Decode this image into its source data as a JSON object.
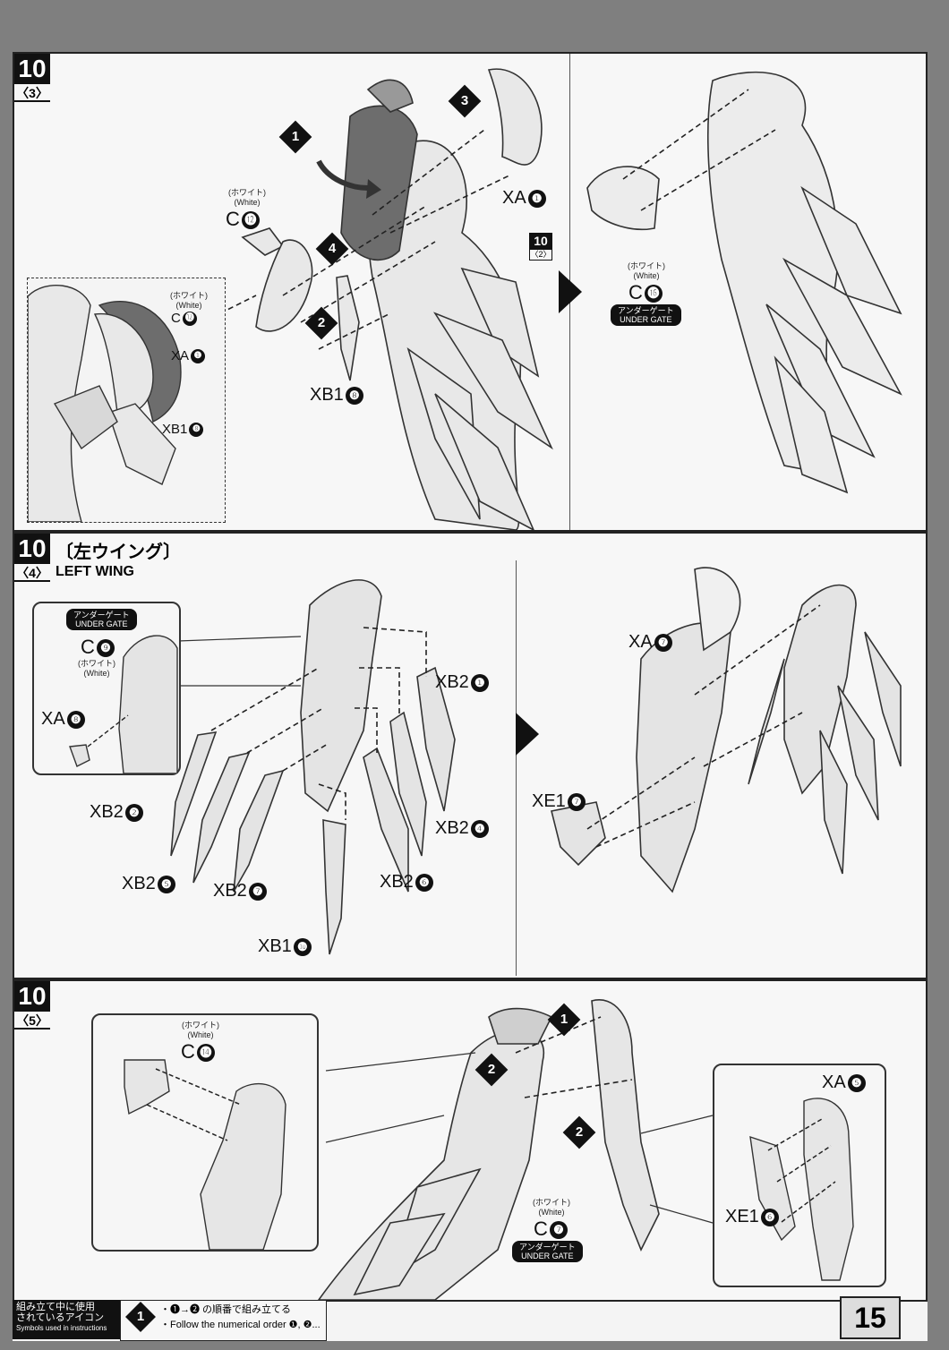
{
  "panel1": {
    "step": "10",
    "sub": "〈3〉",
    "left": {
      "c12_jp": "(ホワイト)",
      "c12_en": "(White)",
      "c12_label": "C",
      "c12_num": "⓬",
      "xa1_label": "XA",
      "xa1_num": "❶",
      "xb18_label": "XB1",
      "xb18_num": "❽",
      "ref_step": "10",
      "ref_sub": "〈2〉",
      "seq": [
        "1",
        "2",
        "3",
        "4"
      ]
    },
    "inset": {
      "c12_jp": "(ホワイト)",
      "c12_en": "(White)",
      "c12_label": "C",
      "c12_num": "⓬",
      "xa1_label": "XA",
      "xa1_num": "❶",
      "xb18_label": "XB1",
      "xb18_num": "❽"
    },
    "right": {
      "c16_jp": "(ホワイト)",
      "c16_en": "(White)",
      "c16_label": "C",
      "c16_num": "⓰",
      "gate_jp": "アンダーゲート",
      "gate_en": "UNDER GATE"
    }
  },
  "panel2": {
    "step": "10",
    "sub": "〈4〉",
    "title_jp": "〔左ウイング〕",
    "title_en": "LEFT WING",
    "inset": {
      "gate_jp": "アンダーゲート",
      "gate_en": "UNDER GATE",
      "c9_label": "C",
      "c9_num": "❾",
      "c9_jp": "(ホワイト)",
      "c9_en": "(White)",
      "xa8_label": "XA",
      "xa8_num": "❽"
    },
    "parts": [
      {
        "label": "XB2",
        "num": "❶"
      },
      {
        "label": "XB2",
        "num": "❷"
      },
      {
        "label": "XB2",
        "num": "❹"
      },
      {
        "label": "XB2",
        "num": "❺"
      },
      {
        "label": "XB2",
        "num": "❼"
      },
      {
        "label": "XB2",
        "num": "❻"
      },
      {
        "label": "XB1",
        "num": "❿"
      }
    ],
    "right": {
      "xa7_label": "XA",
      "xa7_num": "❼",
      "xe17_label": "XE1",
      "xe17_num": "❼"
    }
  },
  "panel3": {
    "step": "10",
    "sub": "〈5〉",
    "c14_jp": "(ホワイト)",
    "c14_en": "(White)",
    "c14_label": "C",
    "c14_num": "⓮",
    "c7_jp": "(ホワイト)",
    "c7_en": "(White)",
    "c7_label": "C",
    "c7_num": "❼",
    "gate_jp": "アンダーゲート",
    "gate_en": "UNDER GATE",
    "xa5_label": "XA",
    "xa5_num": "❺",
    "xe16_label": "XE1",
    "xe16_num": "❻",
    "seq": [
      "1",
      "2",
      "2"
    ]
  },
  "footer": {
    "legend_jp1": "組み立て中に使用",
    "legend_jp2": "されているアイコン",
    "legend_en": "Symbols used in instructions",
    "icon_num": "1",
    "line1": "・❶→❷ の順番で組み立てる",
    "line2": "・Follow the numerical order ❶, ❷...",
    "page": "15"
  }
}
